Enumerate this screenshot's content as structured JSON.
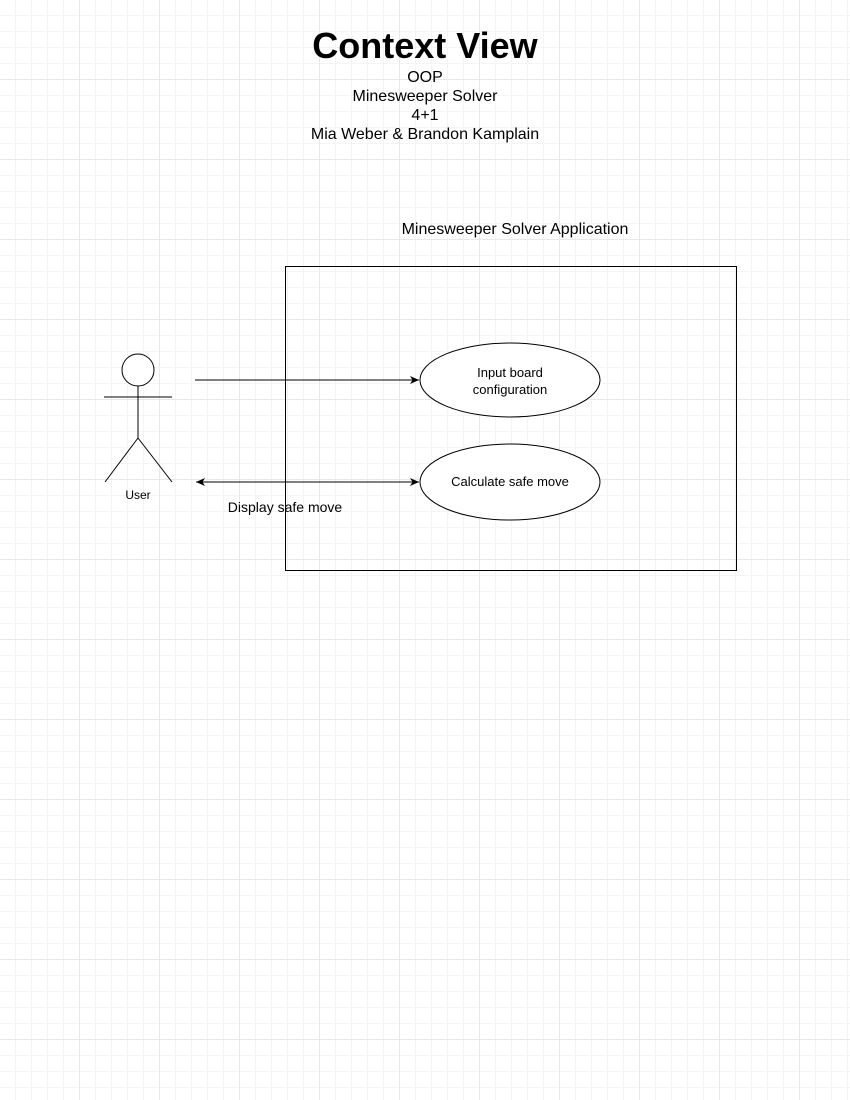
{
  "header": {
    "title": "Context View",
    "lines": [
      "OOP",
      "Minesweeper Solver",
      "4+1",
      "Mia Weber & Brandon Kamplain"
    ]
  },
  "system": {
    "label": "Minesweeper Solver Application"
  },
  "actor": {
    "label": "User"
  },
  "use_cases": [
    {
      "lines": [
        "Input board",
        "configuration"
      ]
    },
    {
      "lines": [
        "Calculate safe move"
      ]
    }
  ],
  "connections": [
    {
      "label": ""
    },
    {
      "label": "Display safe move"
    }
  ]
}
